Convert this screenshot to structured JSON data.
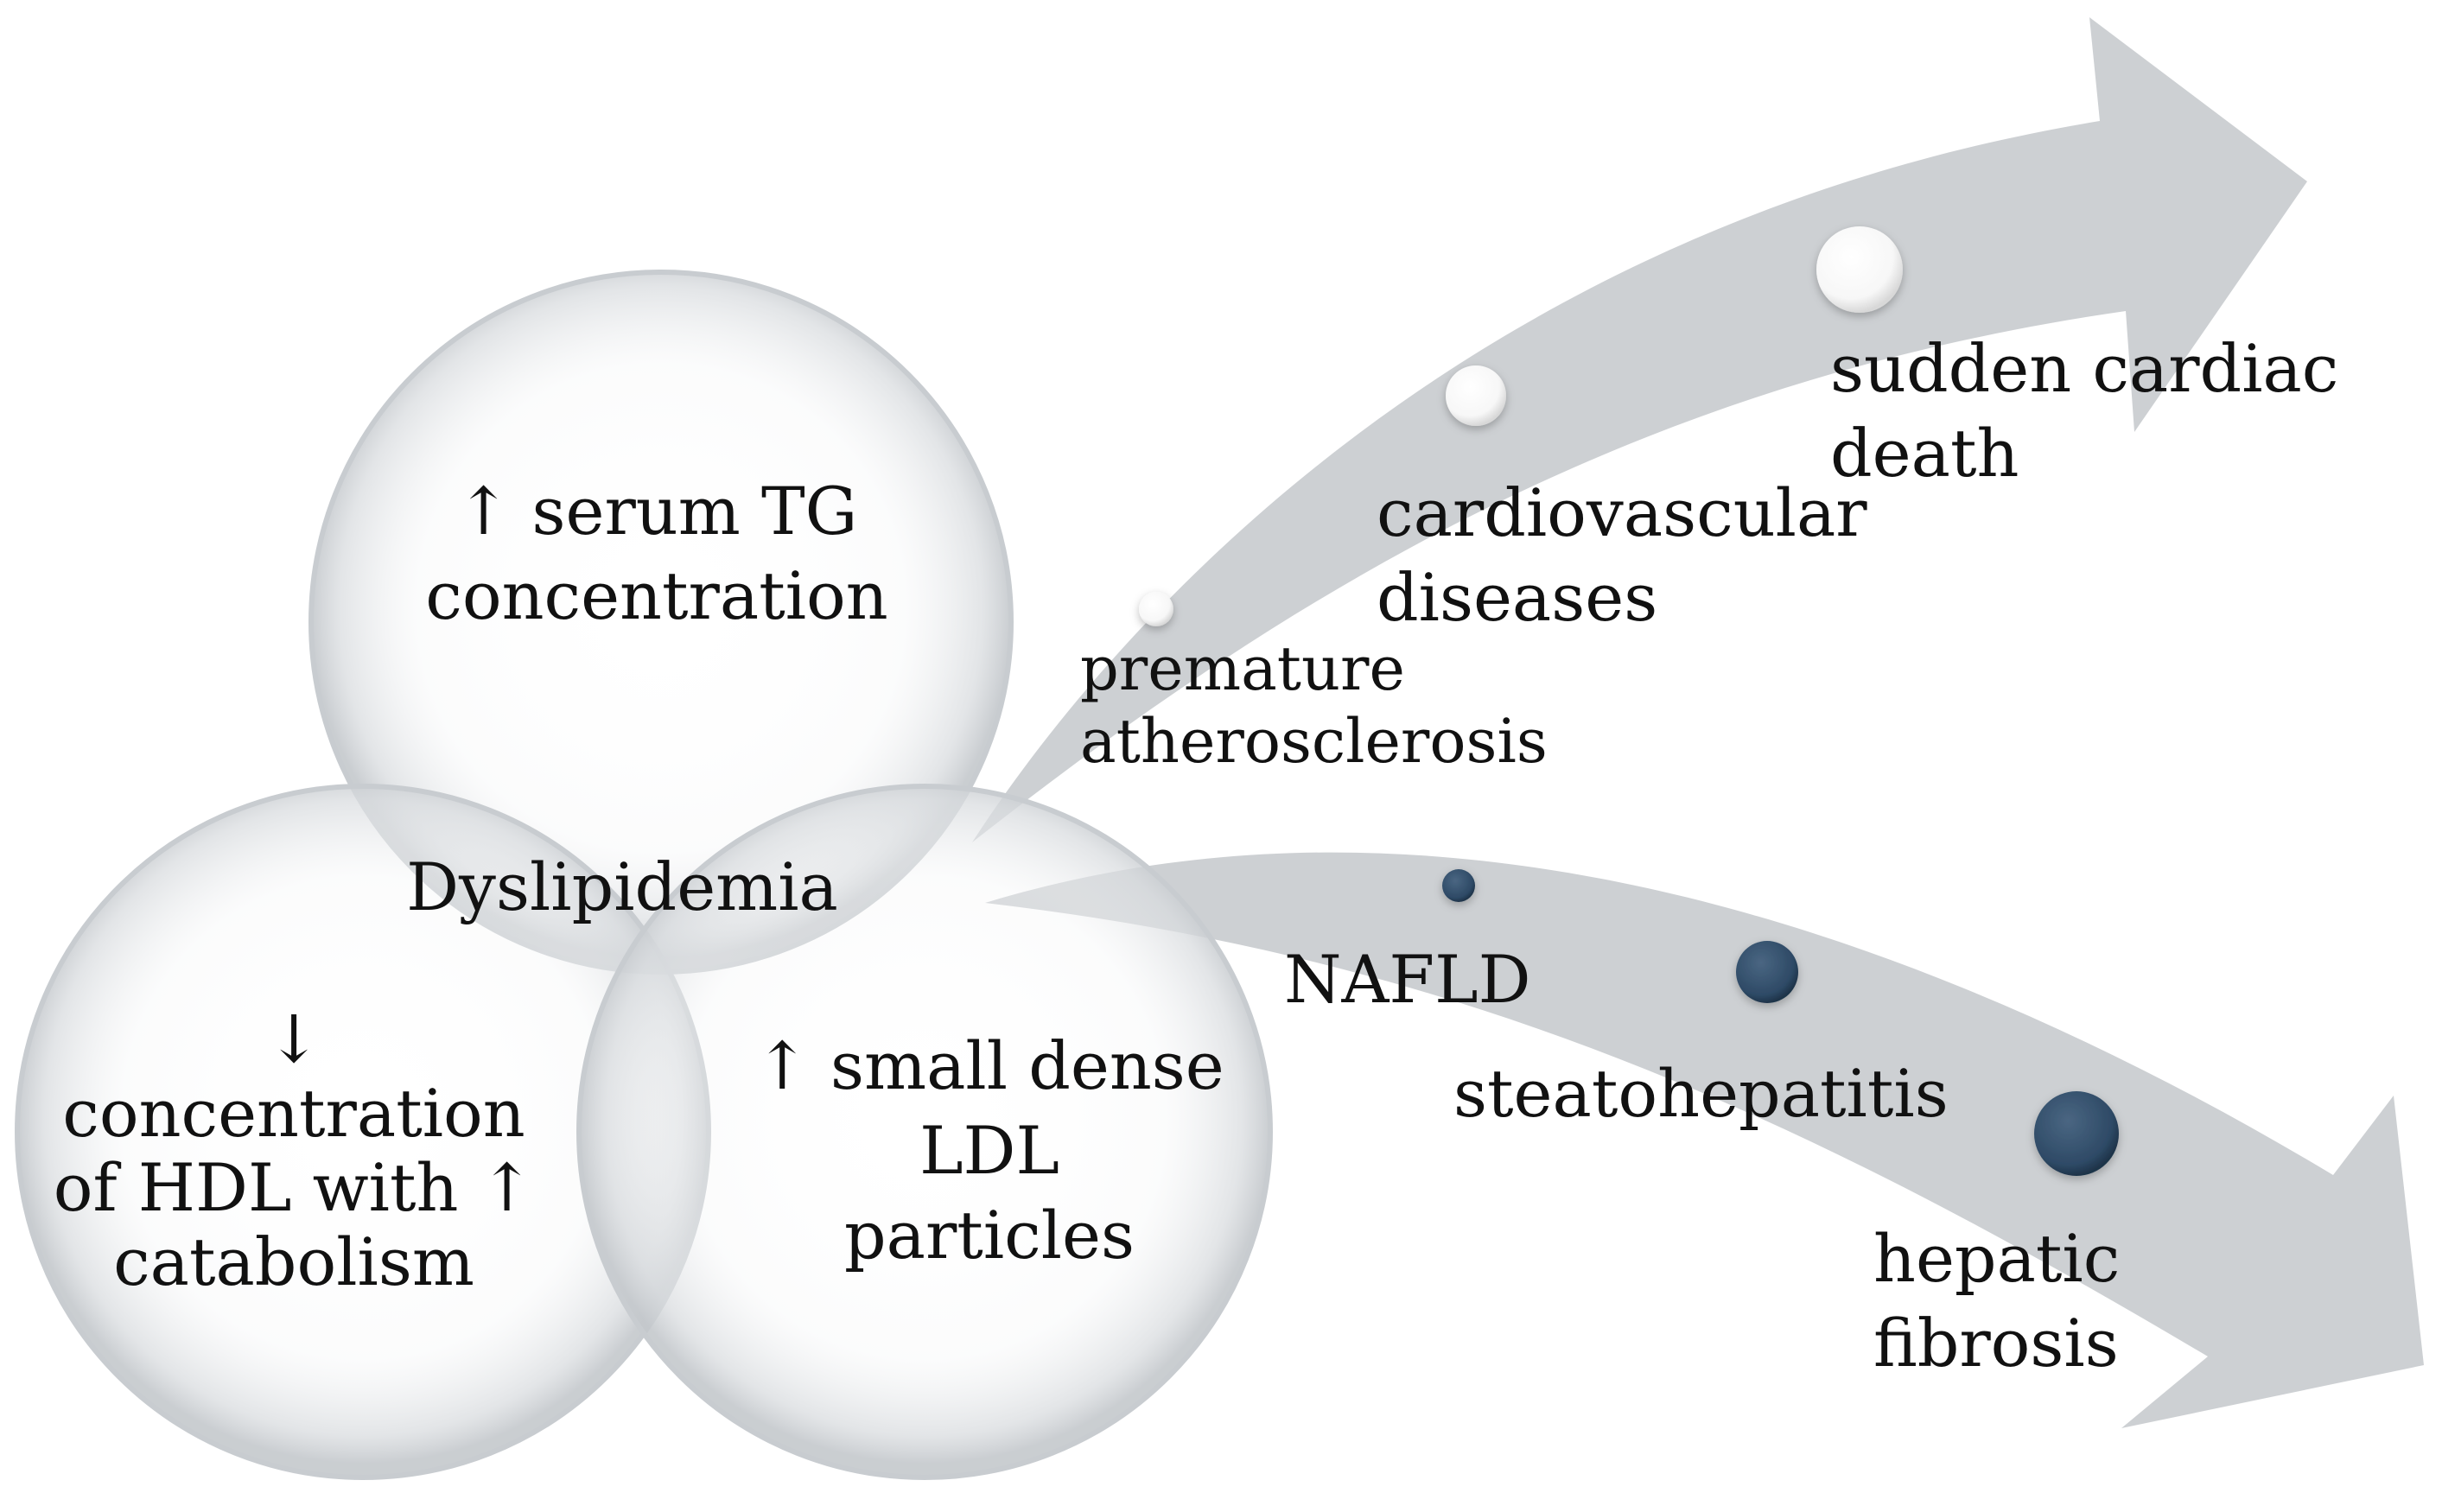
{
  "diagram": {
    "center_label": "Dyslipidemia",
    "circles": [
      {
        "id": "top",
        "lines": [
          "↑ serum TG",
          "concentration"
        ]
      },
      {
        "id": "bottom-left",
        "lines": [
          "↓",
          "concentration",
          "of HDL with ↑",
          "catabolism"
        ]
      },
      {
        "id": "bottom-right",
        "lines": [
          "↑ small dense",
          "LDL",
          "particles"
        ]
      }
    ],
    "upper_arrow": {
      "color": "#cdd0d3",
      "dot_color": "#ffffff",
      "stages": [
        {
          "lines": [
            "premature",
            "atherosclerosis"
          ]
        },
        {
          "lines": [
            "cardiovascular",
            "diseases"
          ]
        },
        {
          "lines": [
            "sudden cardiac",
            "death"
          ]
        }
      ]
    },
    "lower_arrow": {
      "color": "#cdd0d3",
      "dot_color": "#2e4a66",
      "stages": [
        {
          "lines": [
            "NAFLD"
          ]
        },
        {
          "lines": [
            "steatohepatitis"
          ]
        },
        {
          "lines": [
            "hepatic",
            "fibrosis"
          ]
        }
      ]
    }
  }
}
